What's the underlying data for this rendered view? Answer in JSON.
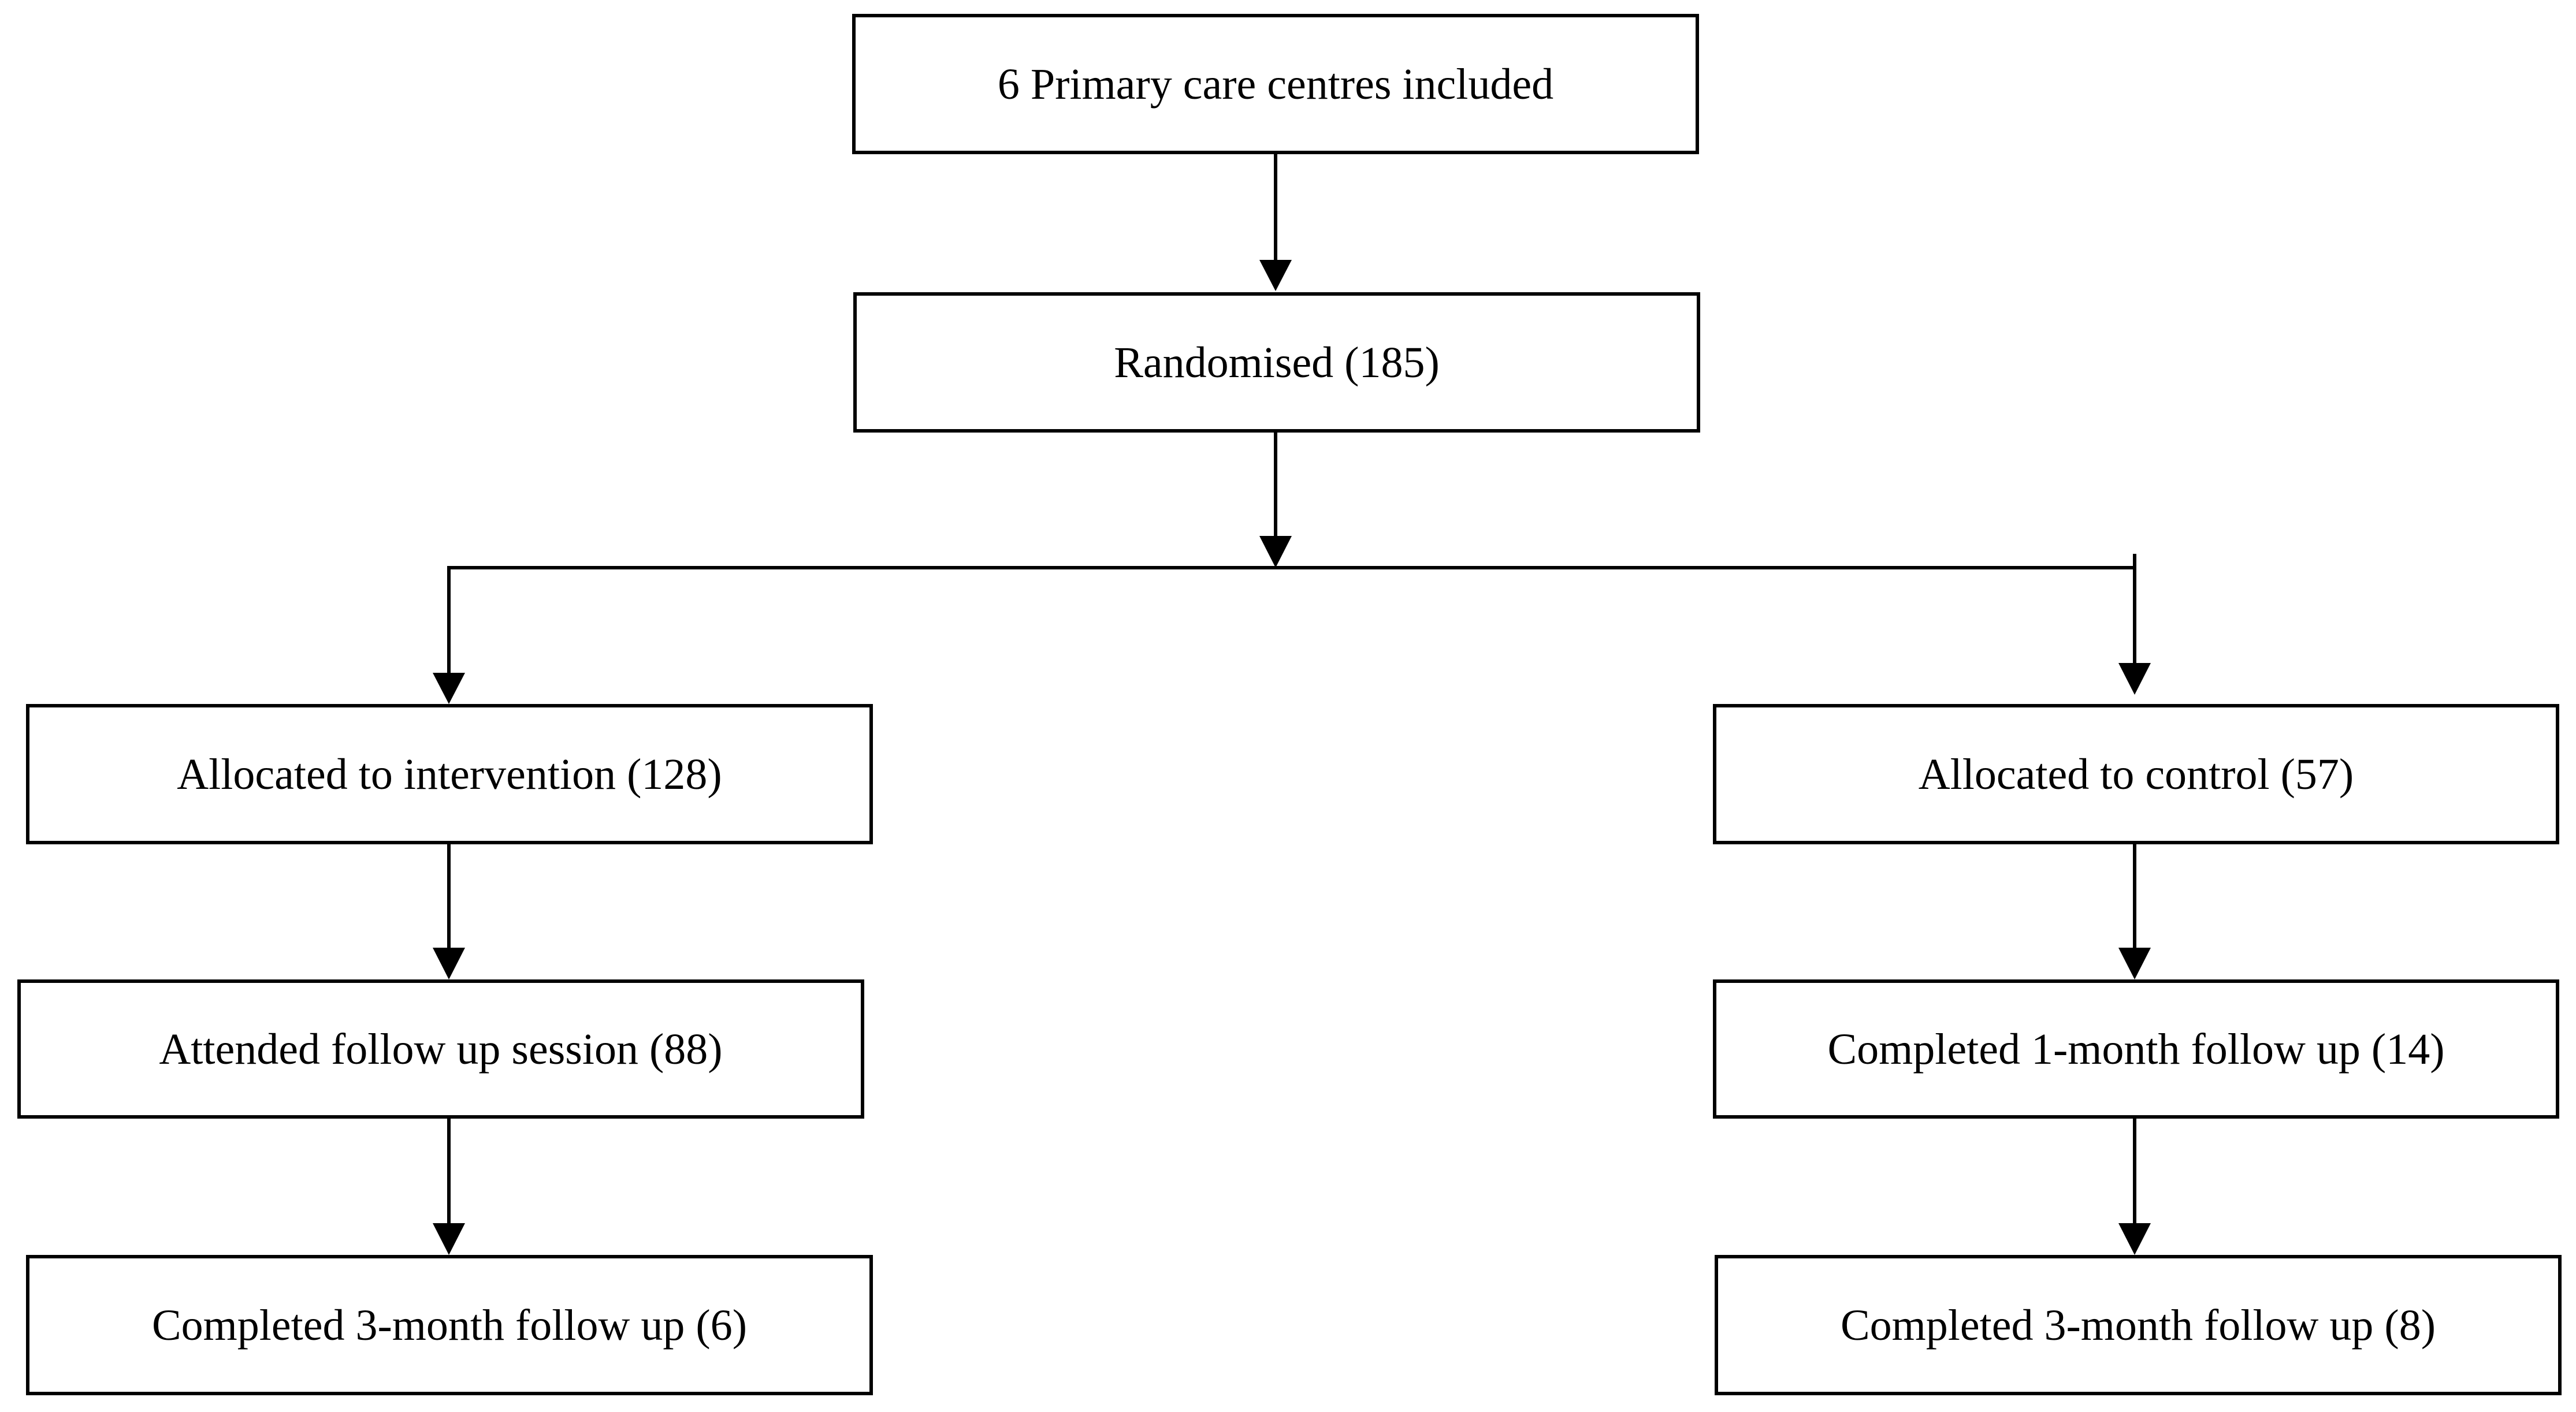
{
  "diagram": {
    "nodes": {
      "centres": "6 Primary care centres included",
      "randomised": "Randomised (185)",
      "intervention": "Allocated to intervention (128)",
      "control": "Allocated to control (57)",
      "attended": "Attended follow up session (88)",
      "control_1month": "Completed 1-month follow up (14)",
      "intervention_3month": "Completed 3-month follow up (6)",
      "control_3month": "Completed 3-month follow up (8)"
    },
    "edges": [
      [
        "centres",
        "randomised"
      ],
      [
        "randomised",
        "intervention"
      ],
      [
        "randomised",
        "control"
      ],
      [
        "intervention",
        "attended"
      ],
      [
        "attended",
        "intervention_3month"
      ],
      [
        "control",
        "control_1month"
      ],
      [
        "control_1month",
        "control_3month"
      ]
    ],
    "colors": {
      "line": "#000000",
      "box_fill": "#ffffff",
      "text": "#000000"
    }
  }
}
